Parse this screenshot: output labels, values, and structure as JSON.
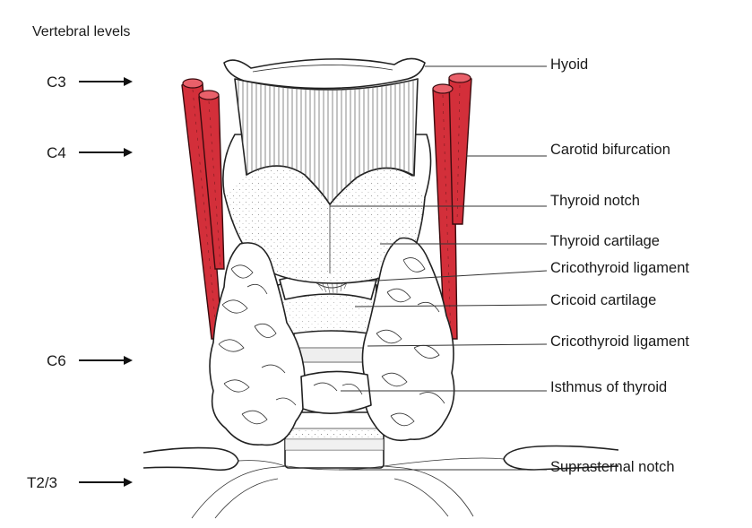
{
  "title": "Vertebral levels",
  "levels": [
    {
      "label": "C3"
    },
    {
      "label": "C4"
    },
    {
      "label": "C6"
    },
    {
      "label": "T2/3"
    }
  ],
  "labels": [
    {
      "text": "Hyoid"
    },
    {
      "text": "Carotid bifurcation"
    },
    {
      "text": "Thyroid notch"
    },
    {
      "text": "Thyroid cartilage"
    },
    {
      "text": "Cricothyroid ligament"
    },
    {
      "text": "Cricoid cartilage"
    },
    {
      "text": "Cricothyroid ligament"
    },
    {
      "text": "Isthmus of thyroid"
    },
    {
      "text": "Suprasternal notch"
    }
  ],
  "colors": {
    "artery": "#d32f3a",
    "line": "#222222"
  }
}
